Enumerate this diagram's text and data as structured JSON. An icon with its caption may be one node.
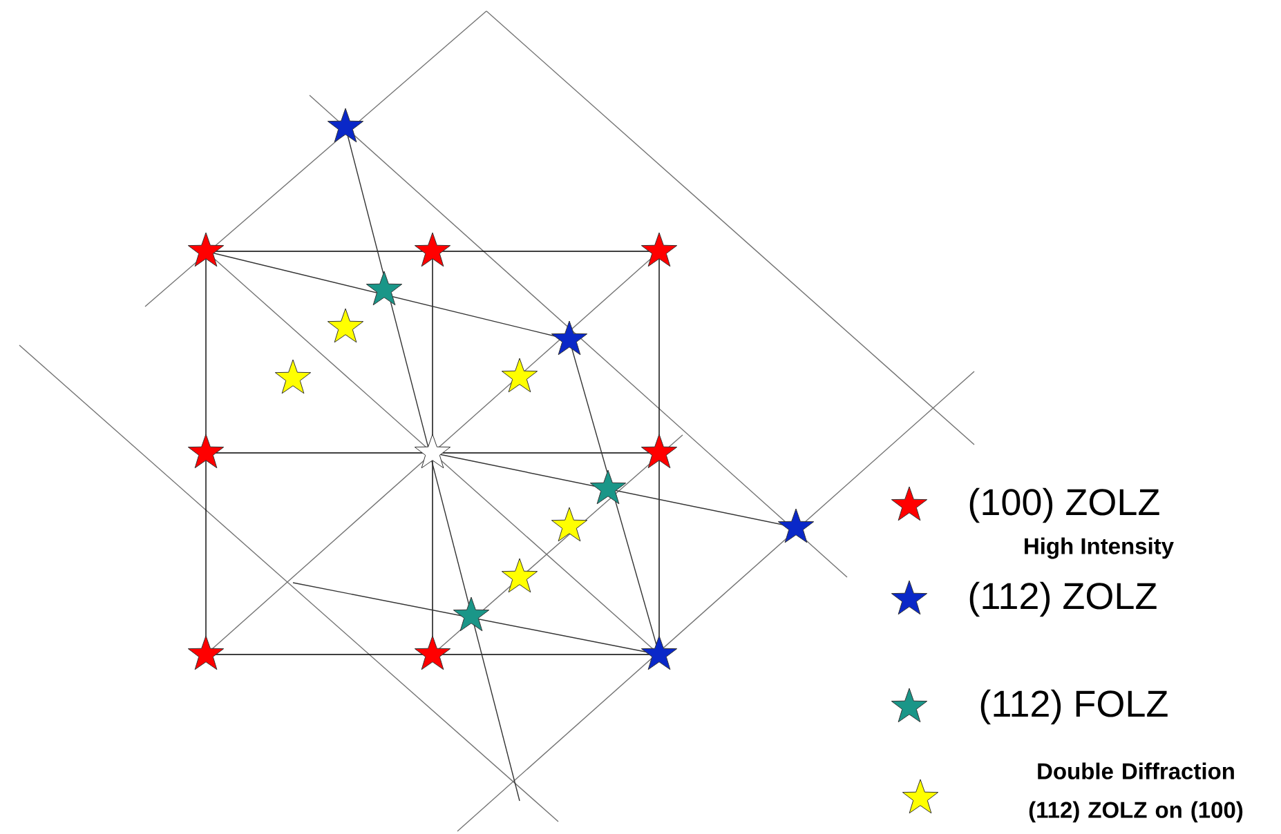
{
  "diagram": {
    "labels": [
      "High Intensity"
    ],
    "legend": [
      {
        "text": "(100) ZOLZ",
        "color": "#ff0000"
      },
      {
        "text": "(112) ZOLZ",
        "color": "#0a28c8"
      },
      {
        "text": "(112) FOLZ",
        "color": "#1a9688"
      },
      {
        "text": "Double Diffraction (112) ZOLZ on (100)",
        "color": "#ffff00"
      }
    ]
  }
}
